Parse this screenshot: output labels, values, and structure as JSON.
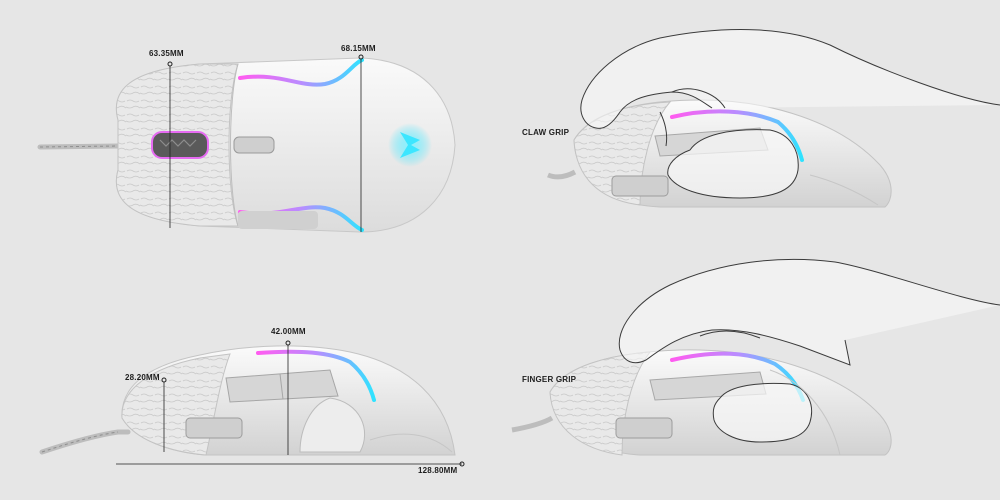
{
  "dimensions": {
    "grip_width": "63.35MM",
    "length_top": "68.15MM",
    "height": "42.00MM",
    "side_width": "28.20MM",
    "length": "128.80MM"
  },
  "grips": {
    "claw": "CLAW GRIP",
    "finger": "FINGER GRIP"
  },
  "colors": {
    "background": "#e6e6e6",
    "shell": "#f4f4f4",
    "rgb_pink": "#ff5cf0",
    "rgb_cyan": "#2fe3ff",
    "line": "#222222"
  },
  "icons": [
    "mouse-top-view",
    "mouse-side-view",
    "hand-outline",
    "logo-icon"
  ]
}
